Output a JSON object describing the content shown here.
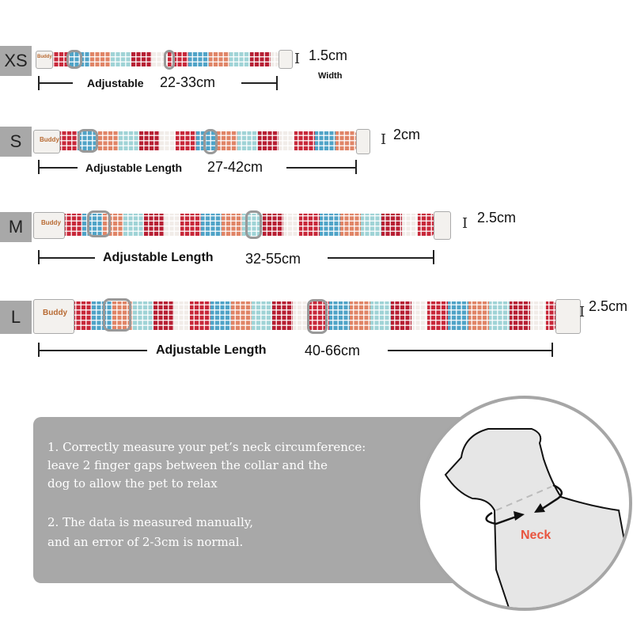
{
  "sizes": [
    {
      "label": "XS",
      "adjust_label": "Adjustable",
      "length": "22-33cm",
      "width": "1.5cm",
      "width_caption": "Width"
    },
    {
      "label": "S",
      "adjust_label": "Adjustable Length",
      "length": "27-42cm",
      "width": "2cm"
    },
    {
      "label": "M",
      "adjust_label": "Adjustable Length",
      "length": "32-55cm",
      "width": "2.5cm"
    },
    {
      "label": "L",
      "adjust_label": "Adjustable Length",
      "length": "40-66cm",
      "width": "2.5cm"
    }
  ],
  "tag_name": "Buddy",
  "notes": {
    "line1": "1. Correctly measure your pet’s neck circumference:",
    "line2": " leave 2 finger gaps between the collar and the",
    "line3": "dog to allow the pet to relax",
    "line4": "2. The data is measured manually,",
    "line5": " and an error of 2-3cm is normal."
  },
  "diagram": {
    "neck_label": "Neck",
    "neck_color": "#e8553f"
  }
}
